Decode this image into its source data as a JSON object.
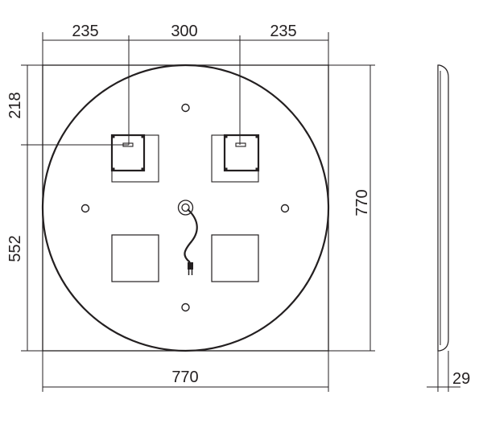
{
  "front_view": {
    "dimensions": {
      "top_left_segment": "235",
      "top_middle_segment": "300",
      "top_right_segment": "235",
      "left_upper": "218",
      "left_lower": "552",
      "right_height": "770",
      "bottom_width": "770"
    }
  },
  "side_view": {
    "dimensions": {
      "depth": "29"
    }
  },
  "colors": {
    "line": "#231f20",
    "background": "#ffffff"
  }
}
